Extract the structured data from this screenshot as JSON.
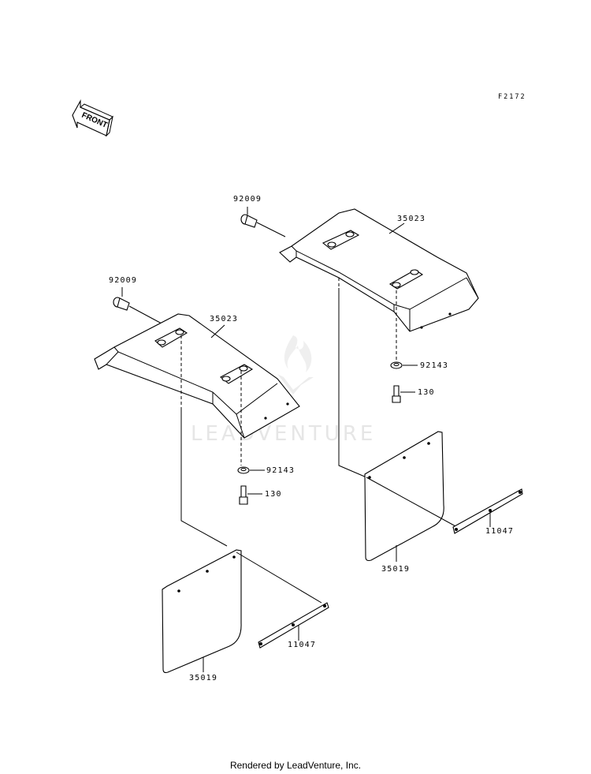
{
  "figure_code": "F2172",
  "front_arrow": {
    "text": "FRONT",
    "icon": "front-arrow-icon"
  },
  "watermark": "LEADVENTURE",
  "labels": {
    "left_bolt": "92009",
    "left_cover": "35023",
    "left_collar": "92143",
    "left_screw": "130",
    "left_flap": "35019",
    "left_bar": "11047",
    "right_bolt": "92009",
    "right_cover": "35023",
    "right_collar": "92143",
    "right_screw": "130",
    "right_flap": "35019",
    "right_bar": "11047"
  },
  "footer": "Rendered by LeadVenture, Inc."
}
